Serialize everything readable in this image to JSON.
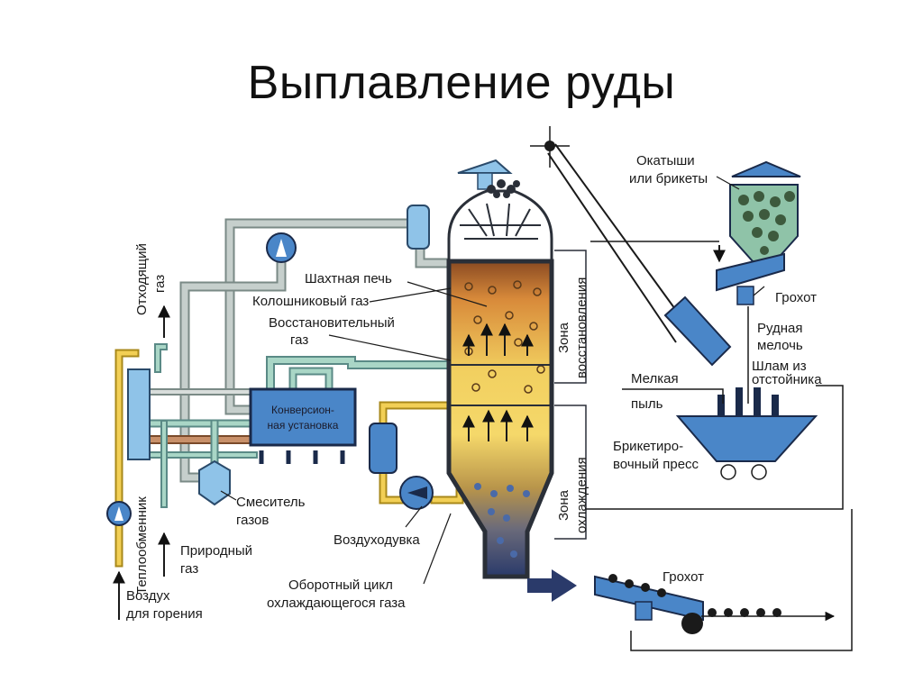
{
  "title": "Выплавление руды",
  "labels": {
    "okatyshi_1": "Окатыши",
    "okatyshi_2": "или брикеты",
    "grokhot_top": "Грохот",
    "rudnaya_1": "Рудная",
    "rudnaya_2": "мелочь",
    "shlam_1": "Шлам из",
    "shlam_2": "отстойника",
    "melkaya_1": "Мелкая",
    "melkaya_2": "пыль",
    "briket_1": "Брикетиро-",
    "briket_2": "вочный пресс",
    "grokhot_bottom": "Грохот",
    "shakhtnaya": "Шахтная печь",
    "koloshnikovy": "Колошниковый газ",
    "vosst_1": "Восстановительный",
    "vosst_2": "газ",
    "konv_1": "Конверсион-",
    "konv_2": "ная установка",
    "smesitel_1": "Смеситель",
    "smesitel_2": "газов",
    "prirodny_1": "Природный",
    "prirodny_2": "газ",
    "vozdukh_1": "Воздух",
    "vozdukh_2": "для горения",
    "vozdukhoduvka": "Воздуходувка",
    "oborot_1": "Оборотный цикл",
    "oborot_2": "охлаждающегося газа",
    "otkhod_1": "Отходящий",
    "otkhod_2": "газ",
    "teploobmennik": "Теплообменник",
    "zona_vosst_1": "Зона",
    "zona_vosst_2": "восстановления",
    "zona_okhl_1": "Зона",
    "zona_okhl_2": "охлаждения"
  },
  "colors": {
    "pipe_gray": "#b9c3bf",
    "pipe_green": "#a9d6c6",
    "pipe_blue": "#8fc3e8",
    "pipe_yellow": "#f2cf55",
    "pipe_brown": "#c8906a",
    "equipment_blue": "#4a86c8",
    "furnace_dark": "#2a2f38",
    "ore_green": "#5d7758"
  }
}
